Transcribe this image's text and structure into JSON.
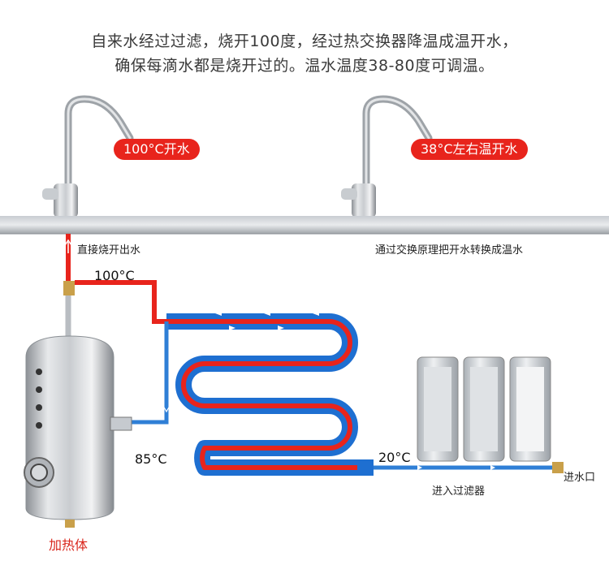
{
  "headline": {
    "line1": "自来水经过过滤，烧开100度，经过热交换器降温成温开水，",
    "line2": "确保每滴水都是烧开过的。温水温度38-80度可调温。"
  },
  "badges": {
    "hot": "100°C开水",
    "warm": "38°C左右温开水"
  },
  "labels": {
    "direct_boil": "直接烧开出水",
    "exchange": "通过交换原理把开水转换成温水",
    "enter_filter": "进入过滤器",
    "water_inlet": "进水口",
    "heater": "加热体"
  },
  "temperatures": {
    "t100": "100°C",
    "t85": "85°C",
    "t20": "20°C"
  },
  "colors": {
    "hot_pipe": "#e8241c",
    "cold_pipe": "#2f7fd6",
    "counter_pipe": "#4a90e2",
    "counter_pipe_shell": "#1e6fd1",
    "counter_pipe_hot": "#e8241c",
    "counter_pipe_cold": "#2f7fd6",
    "counter_core": "#e8241c",
    "counter_flow_arrows": "#ffffff",
    "counter_divider": "#ffffff",
    "countertop": "#aeb2b6",
    "badge": "#e8241c"
  },
  "icons": [
    "faucet-icon",
    "water-heater-icon",
    "filter-cartridge-icon",
    "valve-icon",
    "flow-arrow-icon"
  ]
}
